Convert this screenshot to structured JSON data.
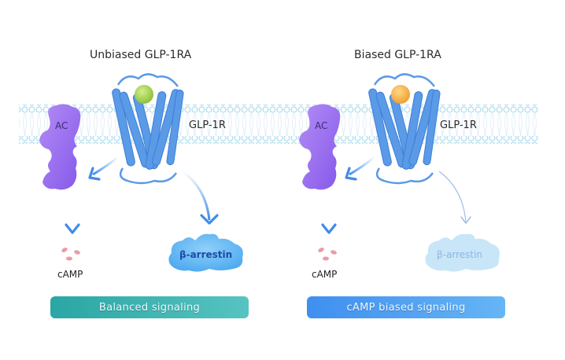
{
  "panels": [
    {
      "title": "Unbiased GLP-1RA",
      "ligand_color": "#a9d45a",
      "receptor_label": "GLP-1R",
      "effector_label": "AC",
      "messenger_label": "cAMP",
      "arrestin_label": "β-arrestin",
      "arrestin_state": "strong",
      "banner_label": "Balanced  signaling",
      "banner_colors": [
        "#2aa6a4",
        "#56c4c0"
      ]
    },
    {
      "title": "Biased GLP-1RA",
      "ligand_color": "#f5b040",
      "receptor_label": "GLP-1R",
      "effector_label": "AC",
      "messenger_label": "cAMP",
      "arrestin_label": "β-arrestin",
      "arrestin_state": "faded",
      "banner_label": "cAMP biased signaling",
      "banner_colors": [
        "#3f8ff0",
        "#66b5f5"
      ]
    }
  ],
  "colors": {
    "membrane": "#bfe3f2",
    "receptor": "#4f8fe0",
    "ac": "#9a6df0",
    "arrow": "#3f8ce8",
    "camp_dots": "#e88a9a"
  }
}
